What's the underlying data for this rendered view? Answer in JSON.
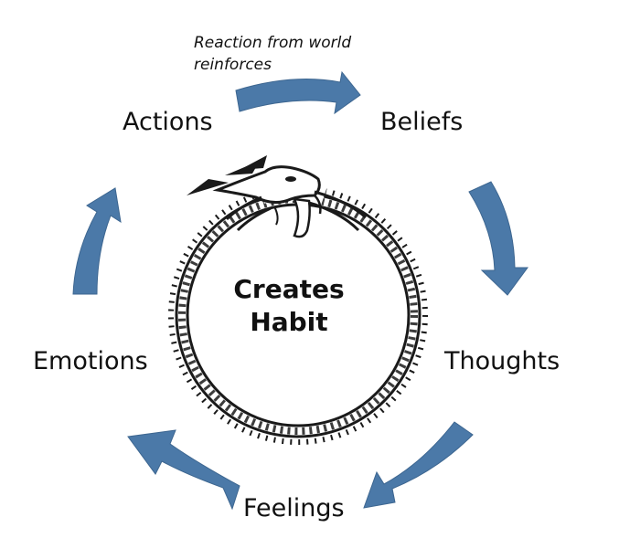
{
  "diagram": {
    "note": {
      "line1": "Reaction from world",
      "line2": "reinforces"
    },
    "center": {
      "line1": "Creates",
      "line2": "Habit"
    },
    "nodes": {
      "actions": "Actions",
      "beliefs": "Beliefs",
      "thoughts": "Thoughts",
      "feelings": "Feelings",
      "emotions": "Emotions"
    },
    "colors": {
      "arrow": "#4b79a8",
      "arrow_edge": "#3d6690",
      "serpent": "#1a1a1a",
      "text": "#111111"
    },
    "icons": {
      "center": "ouroboros-serpent-icon",
      "arrows": "curved-arrow-icon"
    }
  }
}
